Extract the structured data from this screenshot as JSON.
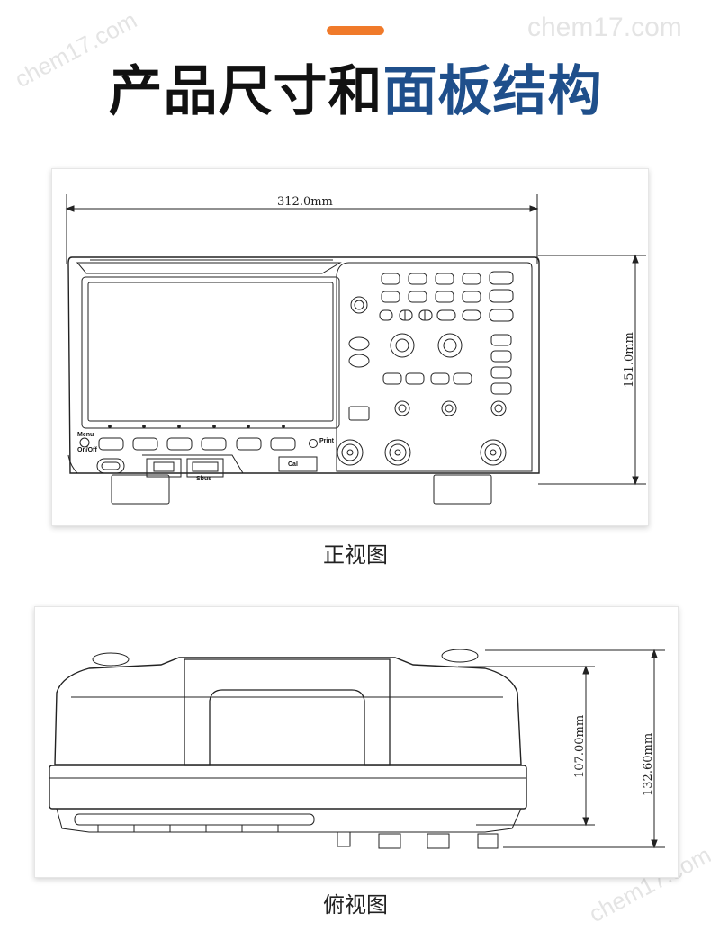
{
  "header": {
    "title_part1": "产品尺寸和",
    "title_part2": "面板结构",
    "accent_color": "#f07a2a",
    "title_accent_color": "#1f4f8b"
  },
  "watermark": "chem17.com",
  "front_view": {
    "caption": "正视图",
    "width_dim": "312.0mm",
    "height_dim": "151.0mm",
    "labels": {
      "menu": "Menu",
      "onoff": "On/Off",
      "print": "Print",
      "sbus": "Sbus",
      "cal": "Cal"
    }
  },
  "top_view": {
    "caption": "俯视图",
    "depth_dim_1": "107.00mm",
    "depth_dim_2": "132.60mm"
  }
}
